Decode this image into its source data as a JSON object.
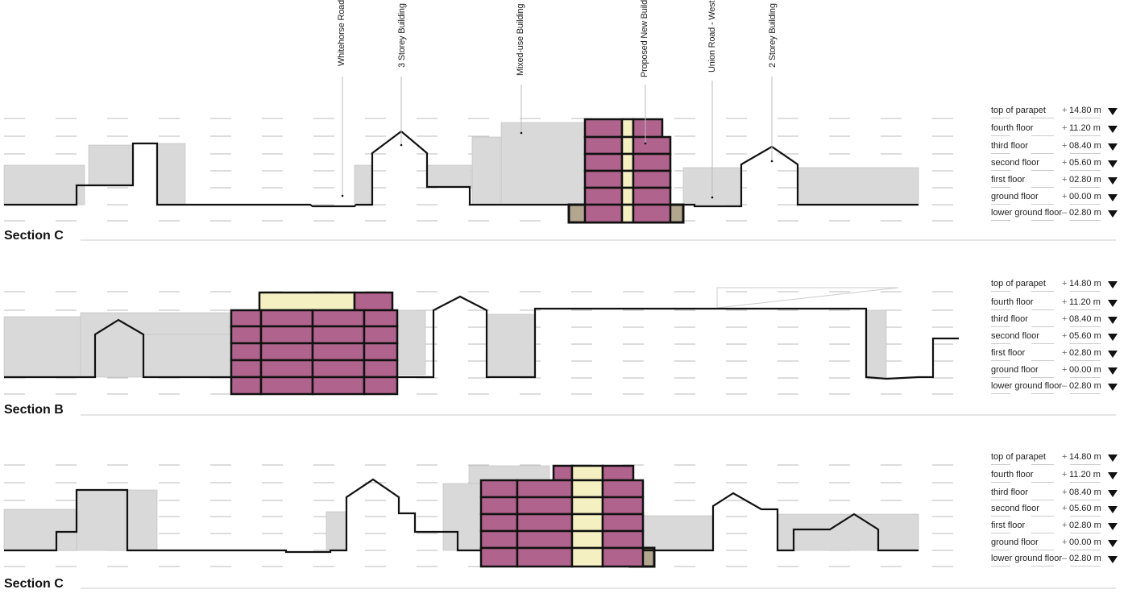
{
  "callouts": [
    "Whitehorse Road",
    "3 Storey Building",
    "Mixed-use Building",
    "Proposed New Build",
    "Union Road - West",
    "2 Storey Building"
  ],
  "sections": [
    {
      "title": "Section C"
    },
    {
      "title": "Section B"
    },
    {
      "title": "Section C"
    }
  ],
  "levels": [
    {
      "name": "top of parapet",
      "sign": "+",
      "value": "14.80 m"
    },
    {
      "name": "fourth floor",
      "sign": "+",
      "value": "11.20 m"
    },
    {
      "name": "third floor",
      "sign": "+",
      "value": "08.40 m"
    },
    {
      "name": "second floor",
      "sign": "+",
      "value": "05.60 m"
    },
    {
      "name": "first floor",
      "sign": "+",
      "value": "02.80 m"
    },
    {
      "name": "ground floor",
      "sign": "+",
      "value": "00.00 m"
    },
    {
      "name": "lower ground floor",
      "sign": "–",
      "value": "02.80 m"
    }
  ],
  "colors": {
    "proposed": "#b0638c",
    "core": "#f4f0c2",
    "basement": "#b2a68e",
    "context": "#d9d9d9",
    "profile": "#111111"
  }
}
